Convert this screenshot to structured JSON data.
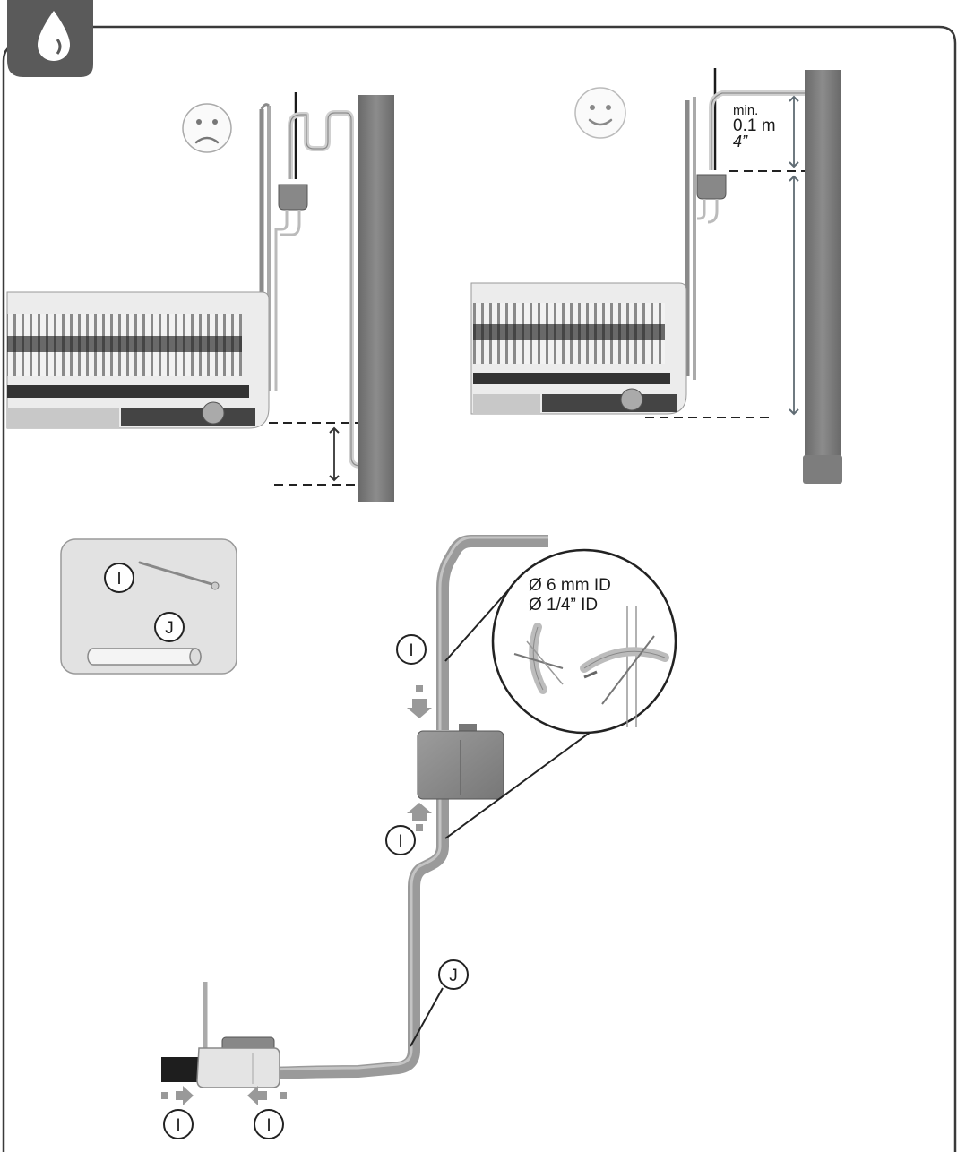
{
  "header": {
    "icon": "water-drop-icon"
  },
  "panel_bad": {
    "icon": "sad-face-icon"
  },
  "panel_good": {
    "icon": "happy-face-icon",
    "dimension_min_label": "min.",
    "dimension_metric": "0.1 m",
    "dimension_imperial": "4”"
  },
  "parts_box": {
    "item_i": {
      "letter": "I",
      "icon": "cable-tie-icon"
    },
    "item_j": {
      "letter": "J",
      "icon": "drain-hose-icon"
    }
  },
  "tube_callout": {
    "diameter_metric": "Ø  6 mm ID",
    "diameter_imperial": "Ø  1/4” ID"
  },
  "callouts": {
    "tie_upper": "I",
    "tie_lower": "I",
    "hose": "J",
    "tie_pump_left": "I",
    "tie_pump_right": "I"
  },
  "colors": {
    "frame": "#3a3a3a",
    "header_badge": "#5a5a5a",
    "pipe": "#7a7a7a",
    "hose": "#9a9a9a",
    "parts_box_bg": "#e2e2e2"
  }
}
